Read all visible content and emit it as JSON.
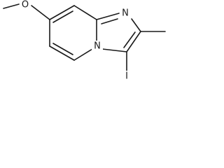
{
  "structure": {
    "atoms": {
      "methoxy_oxygen": "O",
      "imidazole_nitrogen": "N",
      "bridgehead_nitrogen": "N",
      "iodine": "I"
    }
  }
}
